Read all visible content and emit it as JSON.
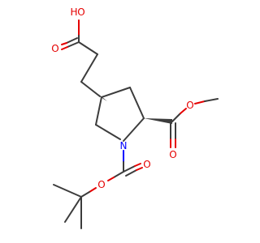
{
  "molecule": {
    "atoms": [
      {
        "id": "O_hydroxyl",
        "label": "O",
        "sub": "H",
        "color": "#e50000"
      },
      {
        "id": "O_acid_carbonyl",
        "label": "O",
        "color": "#e50000"
      },
      {
        "id": "O_ester_link",
        "label": "O",
        "color": "#e50000"
      },
      {
        "id": "O_ester_carbonyl",
        "label": "O",
        "color": "#e50000"
      },
      {
        "id": "N_ring",
        "label": "N",
        "color": "#0000ff"
      },
      {
        "id": "O_boc_carbonyl",
        "label": "O",
        "color": "#e50000"
      },
      {
        "id": "O_boc_link",
        "label": "O",
        "color": "#e50000"
      }
    ],
    "colors": {
      "carbon_bond": "#3c3c3c",
      "oxygen": "#e50000",
      "nitrogen": "#0000ff"
    },
    "stereo": {
      "wedge_bonds": [
        "ring_c4_to_side_chain",
        "ring_c2_to_ester"
      ]
    }
  }
}
